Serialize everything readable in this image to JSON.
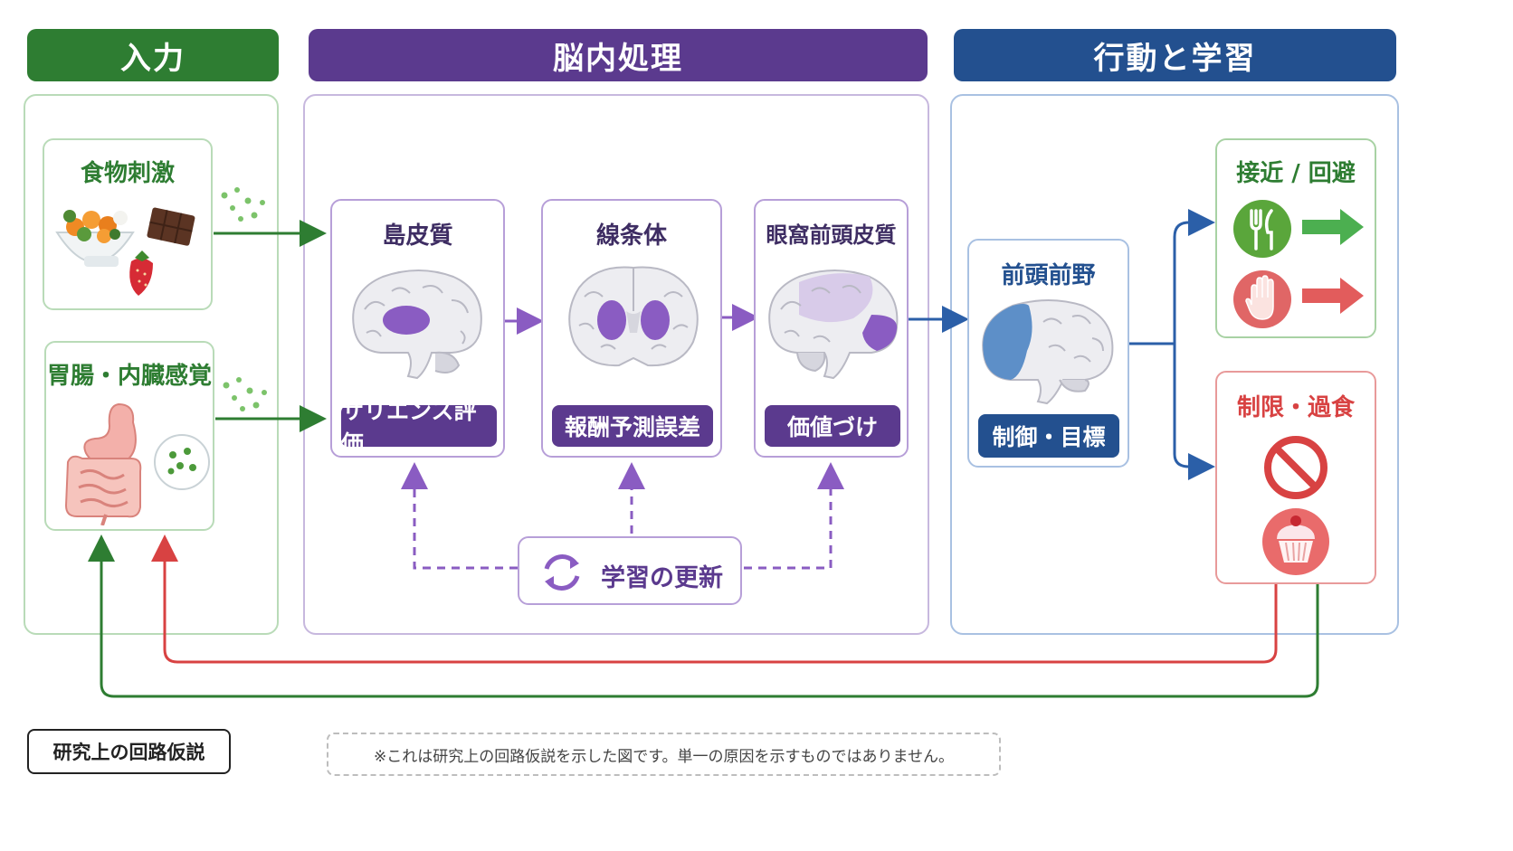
{
  "headers": {
    "input": "入力",
    "brain": "脳内処理",
    "behavior": "行動と学習"
  },
  "input": {
    "food_stimulus": "食物刺激",
    "visceral": "胃腸・内臓感覚"
  },
  "brain": {
    "insula": {
      "title": "島皮質",
      "label": "サリエンス評価"
    },
    "striatum": {
      "title": "線条体",
      "label": "報酬予測誤差"
    },
    "ofc": {
      "title": "眼窩前頭皮質",
      "label": "価値づけ"
    },
    "learning_update": "学習の更新"
  },
  "behavior": {
    "pfc": {
      "title": "前頭前野",
      "label": "制御・目標"
    },
    "approach": "接近 / 回避",
    "restrict": "制限・過食"
  },
  "footer": {
    "badge": "研究上の回路仮説",
    "note": "※これは研究上の回路仮説を示した図です。単一の原因を示すものではありません。"
  },
  "colors": {
    "green": "#2e7d32",
    "purple": "#5b3a8e",
    "blue": "#23508f",
    "red": "#d84242"
  }
}
